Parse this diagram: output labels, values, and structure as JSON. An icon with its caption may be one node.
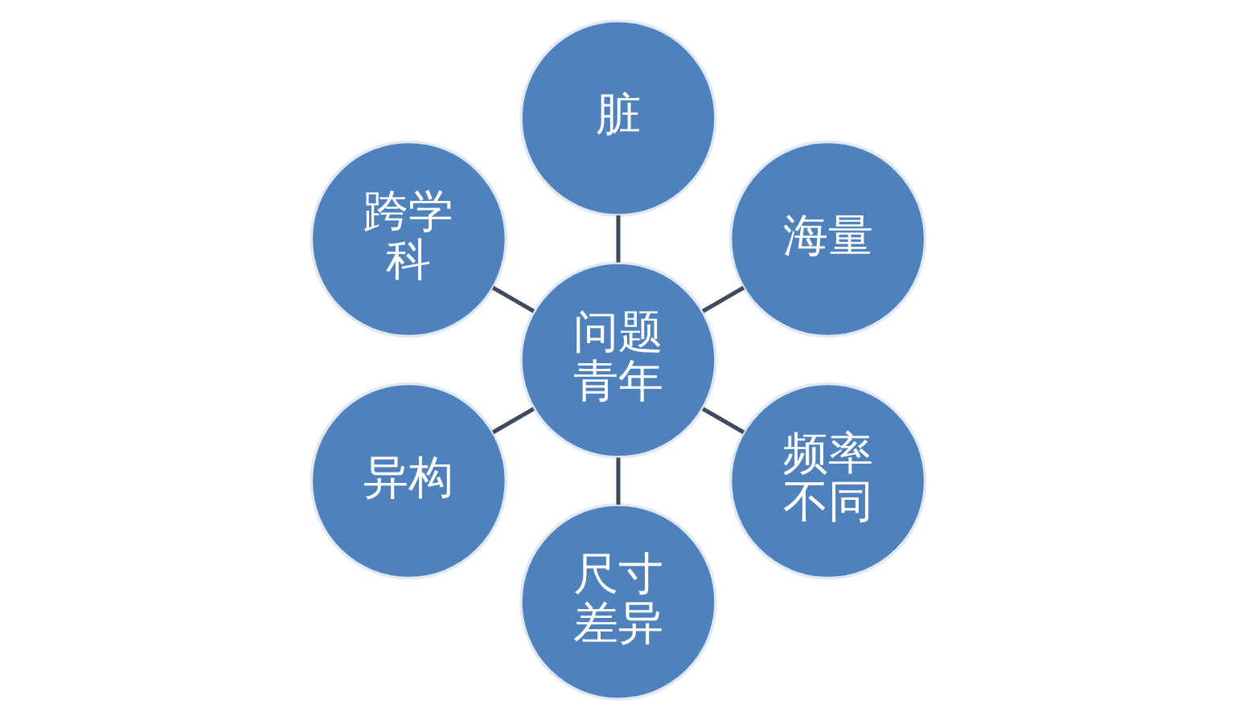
{
  "diagram": {
    "nodes": [
      {
        "text": [
          "脏"
        ]
      },
      {
        "text": [
          "跨学科"
        ]
      },
      {
        "text": [
          "海量"
        ]
      },
      {
        "text": [
          "问题青年"
        ]
      },
      {
        "text": [
          "异构"
        ]
      },
      {
        "text": [
          "频率不同"
        ]
      },
      {
        "text": [
          "尺寸差异"
        ]
      }
    ],
    "edges": [
      {
        "from": 3,
        "to": 0,
        "arrow": "none"
      },
      {
        "from": 3,
        "to": 2,
        "arrow": "none"
      },
      {
        "from": 3,
        "to": 5,
        "arrow": "none"
      },
      {
        "from": 3,
        "to": 6,
        "arrow": "none"
      },
      {
        "from": 3,
        "to": 4,
        "arrow": "none"
      },
      {
        "from": 3,
        "to": 1,
        "arrow": "none"
      }
    ]
  }
}
